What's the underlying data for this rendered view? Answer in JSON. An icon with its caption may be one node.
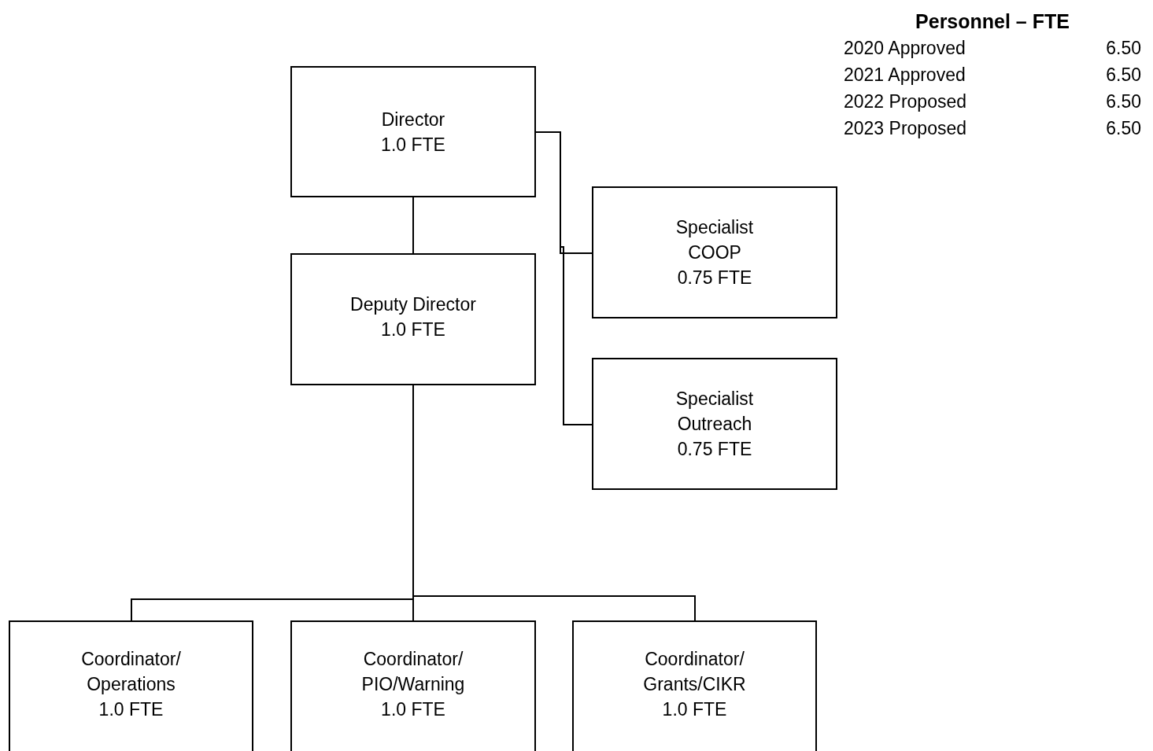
{
  "diagram": {
    "nodes": [
      {
        "text": [
          "Director",
          "1.0 FTE"
        ]
      },
      {
        "text": [
          "Deputy Director",
          "1.0 FTE"
        ]
      },
      {
        "text": [
          "Specialist",
          "COOP",
          "0.75 FTE"
        ]
      },
      {
        "text": [
          "Specialist",
          "Outreach",
          "0.75 FTE"
        ]
      },
      {
        "text": [
          "Coordinator/ Operations",
          "1.0 FTE"
        ]
      },
      {
        "text": [
          "Coordinator/ PIO/Warning",
          "1.0 FTE"
        ]
      },
      {
        "text": [
          "Coordinator/ Grants/CIKR",
          "1.0 FTE"
        ]
      }
    ],
    "edges": [
      {
        "from": 0,
        "to": 1,
        "arrow": "none"
      },
      {
        "from": 0,
        "to": 2,
        "arrow": "none"
      },
      {
        "from": 0,
        "to": 3,
        "arrow": "none"
      },
      {
        "from": 1,
        "to": 4,
        "arrow": "none"
      },
      {
        "from": 1,
        "to": 5,
        "arrow": "none"
      },
      {
        "from": 1,
        "to": 6,
        "arrow": "none"
      }
    ],
    "labels": [
      "Personnel – FTE",
      "2020 Approved",
      "6.50",
      "2021 Approved",
      "6.50",
      "2022 Proposed",
      "6.50",
      "2023 Proposed",
      "6.50"
    ]
  }
}
